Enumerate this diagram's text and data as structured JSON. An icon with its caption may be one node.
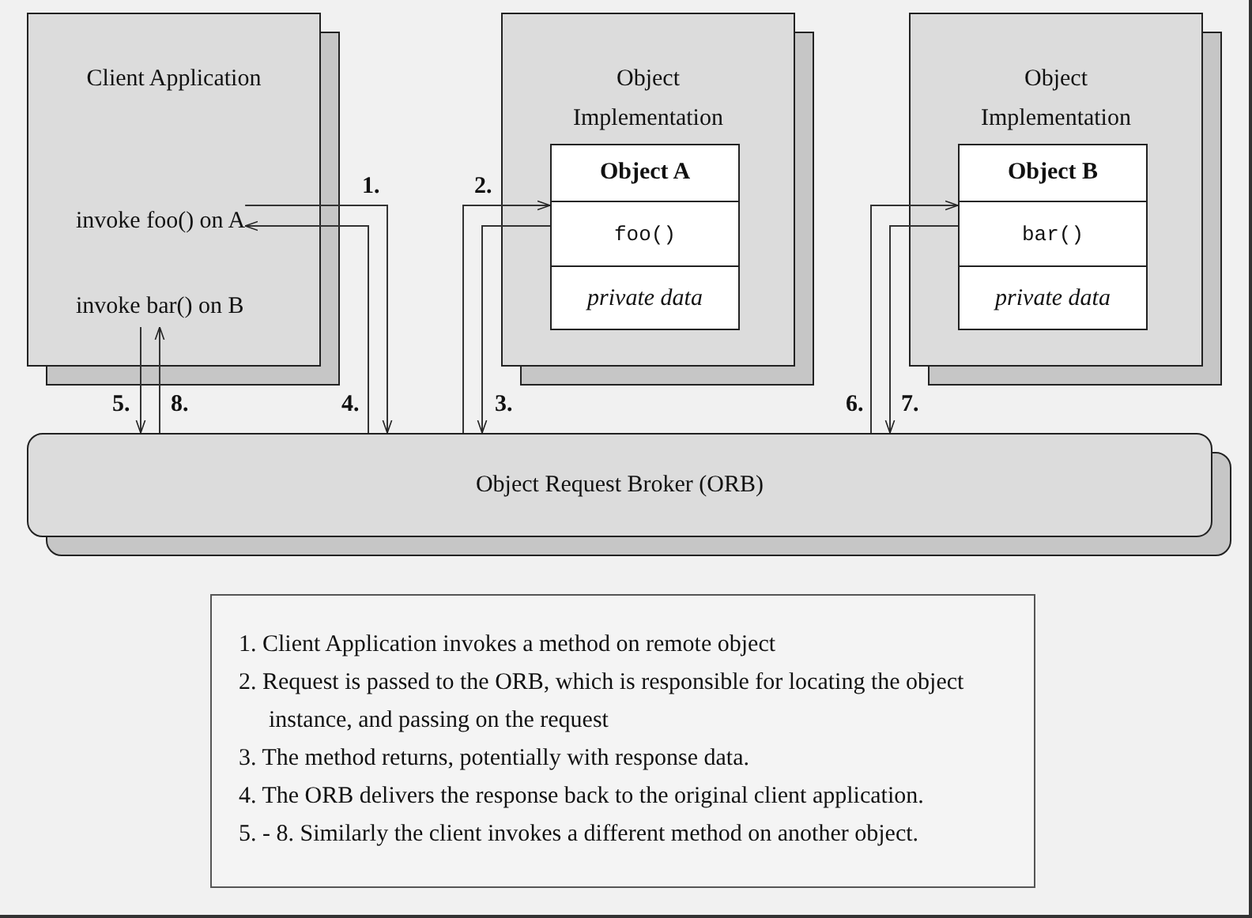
{
  "diagram": {
    "nodes": [
      {
        "text": [
          "Client Application"
        ]
      },
      {
        "text": [
          "invoke foo() on A"
        ],
        "in": 0
      },
      {
        "text": [
          "invoke bar() on B"
        ],
        "in": 0
      },
      {
        "text": [
          "Object Implementation"
        ]
      },
      {
        "text": [
          "Object A"
        ],
        "in": 3
      },
      {
        "text": [
          "foo()"
        ],
        "in": 4
      },
      {
        "text": [
          "private data"
        ],
        "in": 4
      },
      {
        "text": [
          "Object Implementation"
        ]
      },
      {
        "text": [
          "Object B"
        ],
        "in": 7
      },
      {
        "text": [
          "bar()"
        ],
        "in": 8
      },
      {
        "text": [
          "private data"
        ],
        "in": 8
      },
      {
        "text": [
          "Object Request Broker (ORB)"
        ]
      },
      {
        "text": [
          "1. Client Application invokes a method on remote object",
          "2. Request is passed to the ORB, which is responsible for locating the object instance, and passing on the request",
          "3. The method returns, potentially with response data.",
          "4. The ORB delivers the response back to the original client application.",
          "5. - 8. Similarly the client invokes a different method on another object."
        ]
      }
    ],
    "edges": [
      {
        "from": 1,
        "to": 11,
        "arrow": "to",
        "label": "1."
      },
      {
        "from": 11,
        "to": 5,
        "arrow": "to",
        "label": "2."
      },
      {
        "from": 5,
        "to": 11,
        "arrow": "to",
        "label": "3."
      },
      {
        "from": 11,
        "to": 1,
        "arrow": "to",
        "label": "4."
      },
      {
        "from": 2,
        "to": 11,
        "arrow": "to",
        "label": "5."
      },
      {
        "from": 11,
        "to": 9,
        "arrow": "to",
        "label": "6."
      },
      {
        "from": 9,
        "to": 11,
        "arrow": "to",
        "label": "7."
      },
      {
        "from": 11,
        "to": 2,
        "arrow": "to",
        "label": "8."
      }
    ]
  }
}
